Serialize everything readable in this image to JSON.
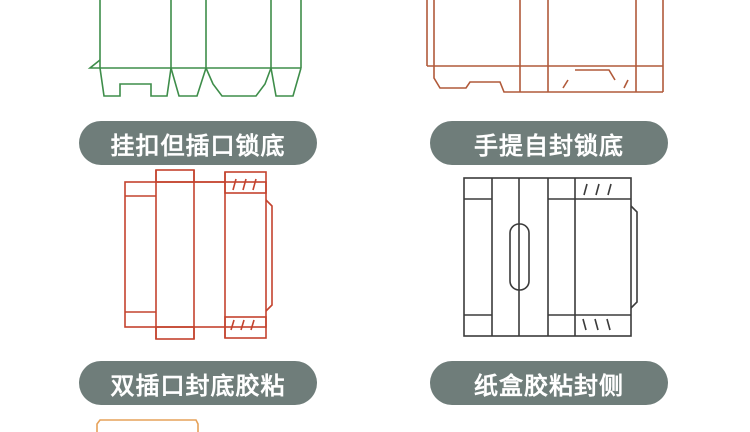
{
  "items": [
    {
      "label": "挂扣但插口锁底",
      "stroke": "#3e8d4a"
    },
    {
      "label": "手提自封锁底",
      "stroke": "#b15a3a"
    },
    {
      "label": "双插口封底胶粘",
      "stroke": "#c4432e"
    },
    {
      "label": "纸盒胶粘封侧",
      "stroke": "#3b3b3b"
    }
  ],
  "colors": {
    "pill_bg": "#6f7d7a",
    "pill_text": "#ffffff",
    "orange_partial": "#e6a25a"
  }
}
